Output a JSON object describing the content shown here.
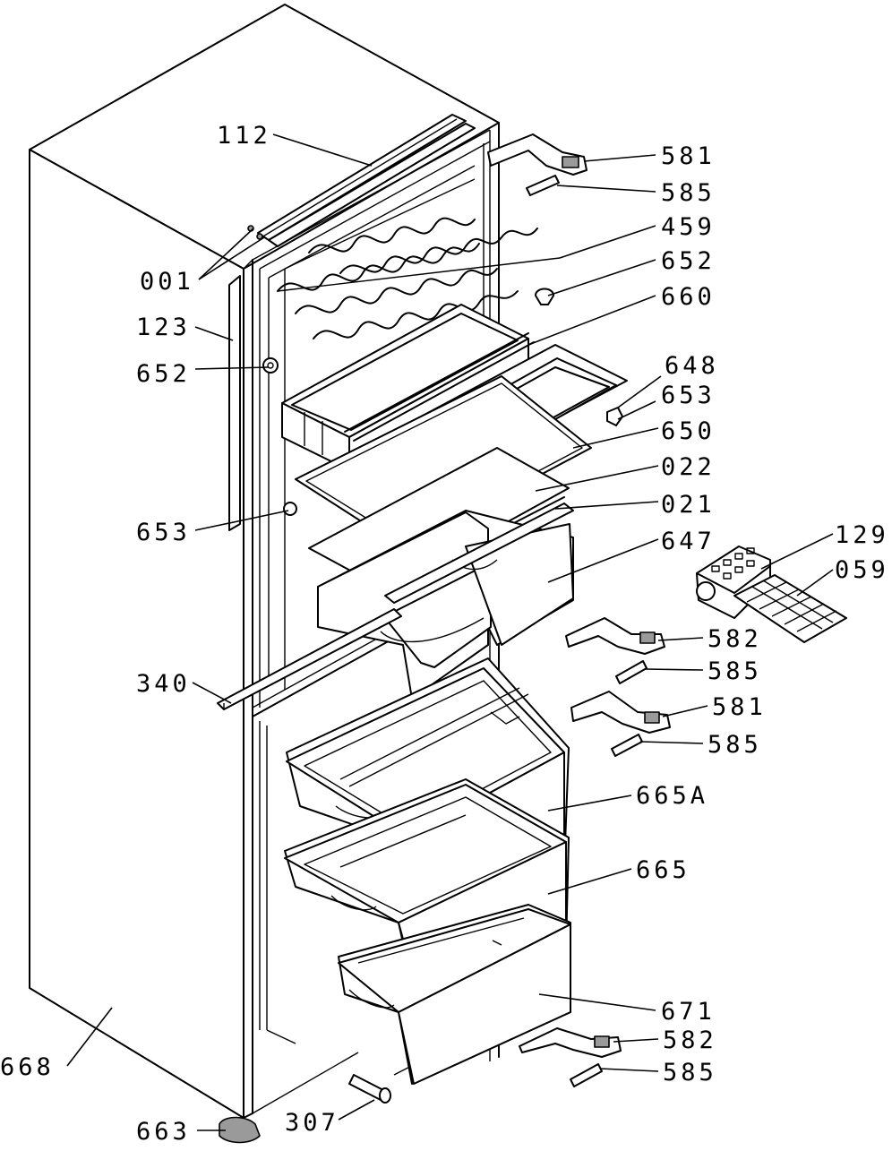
{
  "diagram": {
    "labels": [
      {
        "id": "112",
        "text": "112"
      },
      {
        "id": "581a",
        "text": "581"
      },
      {
        "id": "585a",
        "text": "585"
      },
      {
        "id": "459",
        "text": "459"
      },
      {
        "id": "652a",
        "text": "652"
      },
      {
        "id": "001",
        "text": "001"
      },
      {
        "id": "660",
        "text": "660"
      },
      {
        "id": "123",
        "text": "123"
      },
      {
        "id": "652b",
        "text": "652"
      },
      {
        "id": "648",
        "text": "648"
      },
      {
        "id": "653a",
        "text": "653"
      },
      {
        "id": "650",
        "text": "650"
      },
      {
        "id": "022",
        "text": "022"
      },
      {
        "id": "021",
        "text": "021"
      },
      {
        "id": "653b",
        "text": "653"
      },
      {
        "id": "647",
        "text": "647"
      },
      {
        "id": "129",
        "text": "129"
      },
      {
        "id": "059",
        "text": "059"
      },
      {
        "id": "582a",
        "text": "582"
      },
      {
        "id": "585b",
        "text": "585"
      },
      {
        "id": "340",
        "text": "340"
      },
      {
        "id": "581b",
        "text": "581"
      },
      {
        "id": "585c",
        "text": "585"
      },
      {
        "id": "665A",
        "text": "665A"
      },
      {
        "id": "665",
        "text": "665"
      },
      {
        "id": "671",
        "text": "671"
      },
      {
        "id": "582b",
        "text": "582"
      },
      {
        "id": "668",
        "text": "668"
      },
      {
        "id": "585d",
        "text": "585"
      },
      {
        "id": "663",
        "text": "663"
      },
      {
        "id": "307",
        "text": "307"
      }
    ]
  }
}
